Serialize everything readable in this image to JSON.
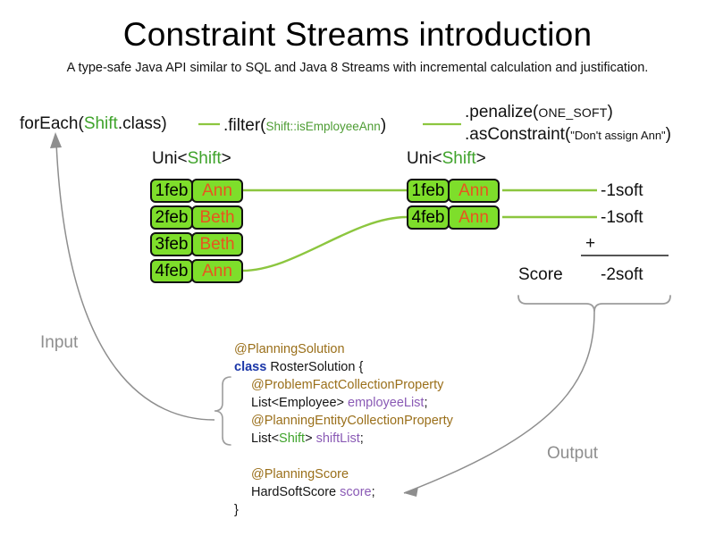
{
  "header": {
    "title": "Constraint Streams introduction",
    "subtitle": "A type-safe Java API similar to SQL and Java 8 Streams with incremental calculation and justification."
  },
  "pipeline": {
    "for_each": {
      "call": "forEach(",
      "type": "Shift",
      "tail": ".class)"
    },
    "filter": {
      "call": ".filter(",
      "ref_type": "Shift",
      "ref_method": "::isEmployeeAnn",
      "tail": ")"
    },
    "penalize": {
      "call": ".penalize(",
      "arg": "ONE_SOFT",
      "tail": ")"
    },
    "as_constraint": {
      "call": ".asConstraint(",
      "arg": "\"Don't assign Ann\"",
      "tail": ")"
    }
  },
  "streams": {
    "left": {
      "label_prefix": "Uni<",
      "label_type": "Shift",
      "label_suffix": ">",
      "rows": [
        {
          "date": "1feb",
          "employee": "Ann"
        },
        {
          "date": "2feb",
          "employee": "Beth"
        },
        {
          "date": "3feb",
          "employee": "Beth"
        },
        {
          "date": "4feb",
          "employee": "Ann"
        }
      ]
    },
    "right": {
      "label_prefix": "Uni<",
      "label_type": "Shift",
      "label_suffix": ">",
      "rows": [
        {
          "date": "1feb",
          "employee": "Ann"
        },
        {
          "date": "4feb",
          "employee": "Ann"
        }
      ]
    }
  },
  "score": {
    "penalties": [
      "-1soft",
      "-1soft"
    ],
    "operator": "+",
    "label": "Score",
    "total": "-2soft"
  },
  "flow": {
    "input_label": "Input",
    "output_label": "Output"
  },
  "source": {
    "lines": [
      {
        "indent": 0,
        "parts": [
          {
            "t": "@PlanningSolution",
            "c": "anno"
          }
        ]
      },
      {
        "indent": 0,
        "parts": [
          {
            "t": "class ",
            "c": "kw"
          },
          {
            "t": "RosterSolution {",
            "c": "pl"
          }
        ]
      },
      {
        "indent": 1,
        "parts": [
          {
            "t": "@ProblemFactCollectionProperty",
            "c": "anno"
          }
        ]
      },
      {
        "indent": 1,
        "parts": [
          {
            "t": "List<Employee> ",
            "c": "pl"
          },
          {
            "t": "employeeList",
            "c": "fld"
          },
          {
            "t": ";",
            "c": "pl"
          }
        ]
      },
      {
        "indent": 1,
        "parts": [
          {
            "t": "@PlanningEntityCollectionProperty",
            "c": "anno"
          }
        ]
      },
      {
        "indent": 1,
        "parts": [
          {
            "t": "List<",
            "c": "pl"
          },
          {
            "t": "Shift",
            "c": "gshift"
          },
          {
            "t": "> ",
            "c": "pl"
          },
          {
            "t": "shiftList",
            "c": "fld"
          },
          {
            "t": ";",
            "c": "pl"
          }
        ]
      },
      {
        "indent": 0,
        "parts": [
          {
            "t": " ",
            "c": "pl"
          }
        ]
      },
      {
        "indent": 1,
        "parts": [
          {
            "t": "@PlanningScore",
            "c": "anno"
          }
        ]
      },
      {
        "indent": 1,
        "parts": [
          {
            "t": "HardSoftScore ",
            "c": "pl"
          },
          {
            "t": "score",
            "c": "fld"
          },
          {
            "t": ";",
            "c": "pl"
          }
        ]
      },
      {
        "indent": 0,
        "parts": [
          {
            "t": "}",
            "c": "pl"
          }
        ]
      }
    ]
  },
  "colors": {
    "card_fill": "#7ede2b",
    "card_border": "#111111",
    "employee_text": "#e8551f",
    "type_green": "#3fa32b",
    "wire_green": "#8cc63f",
    "flow_gray": "#8e8e8e",
    "annotation": "#9a6f1a",
    "keyword": "#1a36a8",
    "field": "#8a5ab5"
  }
}
